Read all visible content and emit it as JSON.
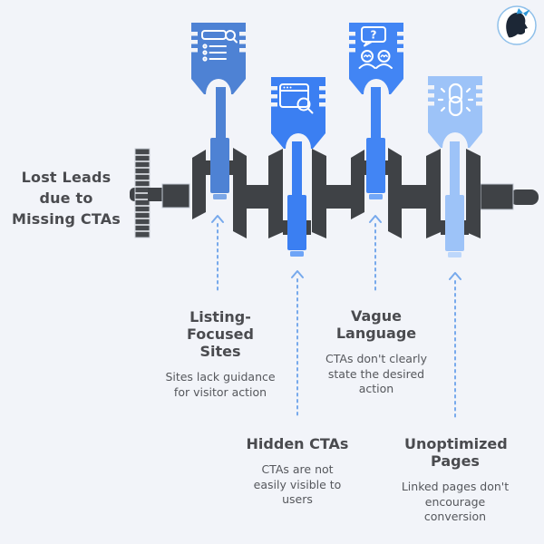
{
  "title": {
    "text": "Lost Leads due to Missing CTAs",
    "lines": [
      "Lost Leads",
      "due to",
      "Missing CTAs"
    ]
  },
  "brand": {
    "logo_icon": "woman-head-butterfly-logo",
    "ring_color": "#8fc0ea",
    "silhouette_color": "#1c2736",
    "butterfly_color": "#2f98d8"
  },
  "causes": [
    {
      "heading": "Listing-Focused Sites",
      "description": "Sites lack guidance for visitor action",
      "piston_icon": "search-listing-icon",
      "color": "#4e82d4",
      "rod_cap_color": "#7ba6e6"
    },
    {
      "heading": "Hidden CTAs",
      "description": "CTAs are not easily visible to users",
      "piston_icon": "browser-search-icon",
      "color": "#3b7ff2",
      "rod_cap_color": "#6ea4f7"
    },
    {
      "heading": "Vague Language",
      "description": "CTAs don't clearly state the desired action",
      "piston_icon": "confused-users-icon",
      "color": "#4285f4",
      "rod_cap_color": "#72a7f7"
    },
    {
      "heading": "Unoptimized Pages",
      "description": "Linked pages don't encourage conversion",
      "piston_icon": "chain-link-icon",
      "color": "#9dc3f8",
      "rod_cap_color": "#bdd7fb"
    }
  ],
  "icons": {
    "question_mark": "?"
  },
  "colors": {
    "background": "#f2f4f9",
    "machinery_dark": "#3f4246",
    "gear_outline": "#c9ced6",
    "arrow": "#77a9ec",
    "heading_text": "#4a4b4f",
    "body_text": "#55575c",
    "icon_stroke": "#ffffff"
  }
}
